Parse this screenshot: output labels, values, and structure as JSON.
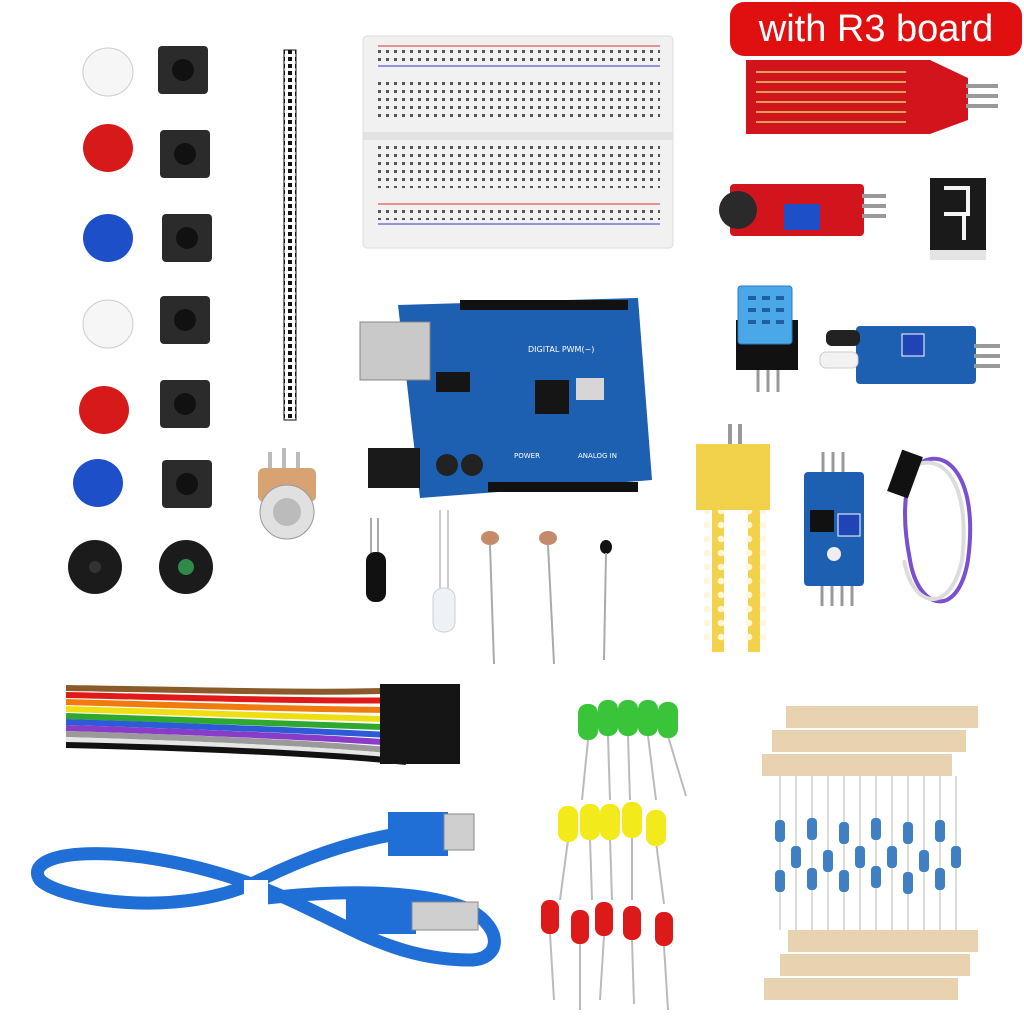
{
  "badge": {
    "text": "with R3 board"
  },
  "board": {
    "marking_digital": "DIGITAL PWM(~)",
    "marking_power": "POWER",
    "marking_analog": "ANALOG IN"
  },
  "colors": {
    "badge": "#e11010",
    "board_blue": "#1d5fb0",
    "sensor_red": "#d2141c",
    "soil_probe": "#f2d24a",
    "usb_cable": "#1f6fd6",
    "breadboard": "#f1f1f1",
    "led_green": "#39c43a",
    "led_yellow": "#f2ea1a",
    "led_red": "#dd1a1a"
  },
  "items": {
    "button_caps": [
      "white",
      "red",
      "blue",
      "white",
      "red",
      "blue"
    ],
    "buzzers": 2,
    "tactile_switches": 6,
    "leds_green": 5,
    "leds_yellow": 5,
    "leds_red": 5,
    "ribbon_wires": [
      "#8b5a2b",
      "#e01919",
      "#f07c10",
      "#f0de14",
      "#2ea82e",
      "#2d5ad6",
      "#8a3cc8",
      "#9a9a9a",
      "#ffffff",
      "#111111"
    ]
  },
  "icons": [
    "water-sensor-icon",
    "sound-sensor-icon",
    "seven-segment-icon",
    "dht11-icon",
    "ir-sensor-icon",
    "soil-sensor-icon",
    "photoresistor-icon",
    "thermistor-icon",
    "tilt-switch-icon",
    "potentiometer-icon",
    "usb-cable-icon",
    "resistor-icon"
  ]
}
